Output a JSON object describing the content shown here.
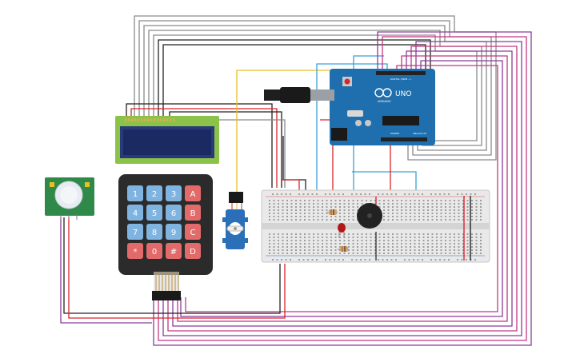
{
  "colors": {
    "wire_black": "#222222",
    "wire_gray": "#8a8a8a",
    "wire_red": "#d9252a",
    "wire_purple": "#8a3b9a",
    "wire_magenta": "#c2387f",
    "wire_blue": "#3aa0d8",
    "wire_yellow": "#e8c020",
    "arduino_blue": "#1f6fae",
    "lcd_green": "#8bc34a",
    "lcd_screen": "#1c2a63",
    "keypad_body": "#2b2b2b",
    "key_blue": "#7fb3e0",
    "key_red": "#e26a6a",
    "pir_green": "#2f8a4a",
    "breadboard": "#e9e9e9",
    "servo_blue": "#2a6fb8",
    "buzzer": "#222222",
    "led_red": "#b01818"
  },
  "arduino": {
    "brand": "ARDUINO",
    "model": "UNO",
    "label_digital": "DIGITAL (PWM ~)",
    "label_power": "POWER",
    "label_analog": "ANALOG IN"
  },
  "keypad": {
    "keys": [
      "1",
      "2",
      "3",
      "A",
      "4",
      "5",
      "6",
      "B",
      "7",
      "8",
      "9",
      "C",
      "*",
      "0",
      "#",
      "D"
    ],
    "letter_keys": [
      "A",
      "B",
      "C",
      "D",
      "*"
    ]
  },
  "icons": {
    "usb": "usb-plug-icon",
    "reset": "reset-button-icon",
    "infinity": "arduino-logo-icon"
  }
}
